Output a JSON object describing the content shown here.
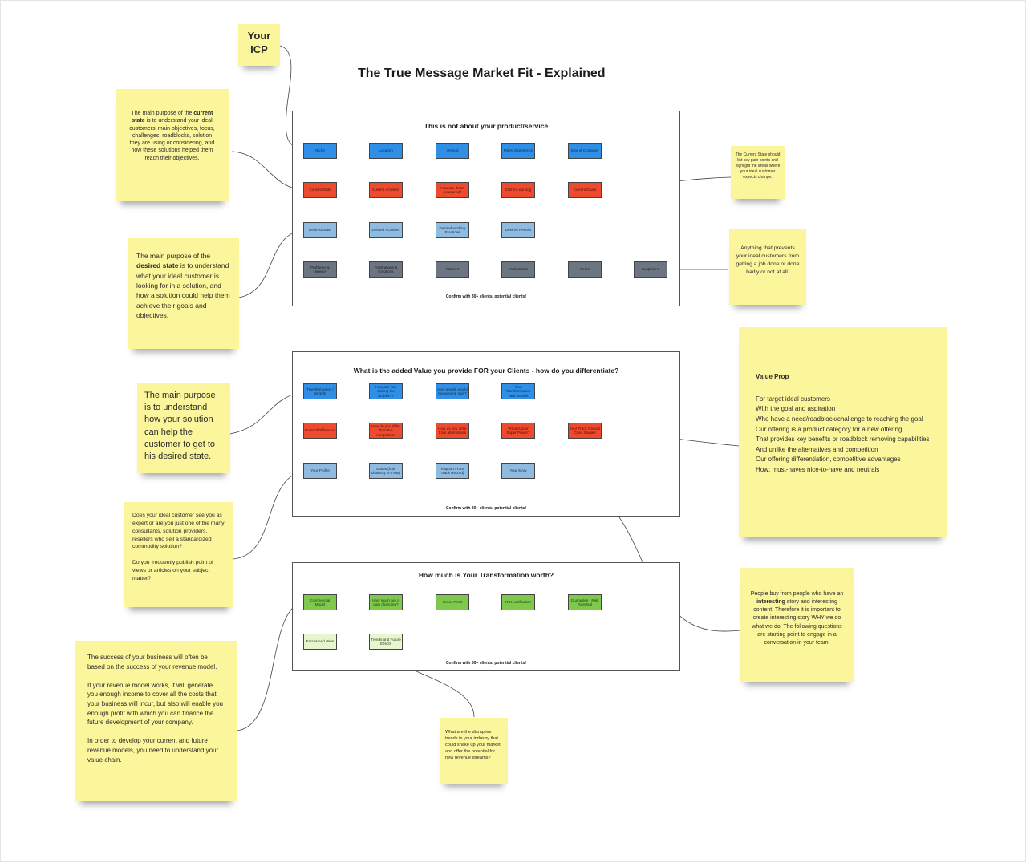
{
  "title": "The True Message Market Fit - Explained",
  "icp_note": "Your\nICP",
  "frames": [
    {
      "title": "This is not about your product/service",
      "footer": "Confirm with 30+ clients/ potential clients!",
      "rows": [
        [
          "Niche",
          "Location",
          "Vertical",
          "Polesi Experience",
          "Size of Company"
        ],
        [
          "Current State",
          "Current Activities",
          "How are these measured?",
          "Current worklog",
          "Current Goals"
        ],
        [
          "Desired State",
          "Desired Activities",
          "Desired working Practices",
          "Desired Results"
        ],
        [
          "Problems & Urgency",
          "Frustrations & Emotions",
          "Failures",
          "Implications",
          "Fears",
          "Suspicions"
        ]
      ]
    },
    {
      "title": "What is the added Value you provide FOR your Clients - how do you differentiate?",
      "footer": "Confirm with 30+ clients/ potential clients!",
      "rows": [
        [
          "Transformation / Benefits",
          "How are you solving the problem?",
          "How people would the general pain?",
          "Your Transformation New Sorties"
        ],
        [
          "Point of Difference",
          "How do you differ from the competition",
          "How do you differ from alternatives",
          "What is your Super Power?",
          "Your Track Record Case Studies"
        ],
        [
          "Your Profile",
          "Status (how distinctly or Trust)",
          "Rapport (Your Track Record)",
          "Your Story"
        ]
      ]
    },
    {
      "title": "How much is Your Transformation worth?",
      "footer": "Confirm with 30+ clients/ potential clients!",
      "rows": [
        [
          "Commercial Model",
          "How much are a pain changing?",
          "Gross Profit",
          "ROI justification",
          "Guarantee - Risk Reversal"
        ],
        [
          "Forces and Wins",
          "Trends and Future Effects"
        ]
      ]
    }
  ],
  "notes": {
    "current_state": {
      "before": "The main purpose of the ",
      "bold": "current state",
      "after": " is to understand your ideal customers' main objectives, focus, challenges, roadblocks, solution they are using or considering, and how these solutions helped them reach their objectives."
    },
    "desired_state": {
      "before": "The main purpose of the ",
      "bold": "desired state",
      "after": " is to understand what your ideal customer is looking for in a solution, and how a solution could help them achieve their goals and objectives."
    },
    "transformation": "The main purpose is to understand how your solution can help the customer to get to his desired state.",
    "expert": "Does your ideal customer see you as expert or are you just one of the many consultants, solution providers, resellers who sell a standardized commodity solution?\n\nDo you frequently publish point of views or articles on your subject matter?",
    "revenue": "The success of your business will often be based on the success of your revenue model.\n\nIf your revenue model works, it will generate you enough income to cover all the costs that your business will incur, but also will enable you enough profit with which you can finance the future development of your company.\n\nIn order to develop your current and future revenue models, you need to understand your value chain.",
    "disruptive": "What are the disruptive trends in your industry that could shake up your market and offer the potential for new revenue streams?",
    "current_state_right": "The Current State should list key pain points and highlight the areas where your ideal customer expects change.",
    "anything": "Anything that prevents your ideal customers from getting a job done or done badly or not at all.",
    "value_prop_title": "Value Prop",
    "value_prop_lines": [
      "For target ideal customers",
      "With the goal and aspiration",
      "Who have a need/roadblock/challenge to reaching the goal",
      "Our offering is a product category for a new offering",
      "That provides key benefits or roadblock removing capabilities",
      "And unlike the alternatives and competition",
      "Our offering differentiation, competitive advantages",
      "How: must-haves nice-to-have and neutrals"
    ],
    "people_buy": {
      "before": "People buy from people who have an ",
      "bold": "interesting",
      "after": " story and interesting content. Therefore it is important to create interesting story WHY we do what we do. The following questions are starting point to engage in a conversation in your team."
    }
  },
  "colors": {
    "note": "#fbf59b",
    "blue": "#2f8fe6",
    "red": "#ee4b2e",
    "light_blue": "#8fbbe0",
    "gray": "#6b7682",
    "green": "#7ec84d",
    "light_green": "#e7f6cf"
  }
}
